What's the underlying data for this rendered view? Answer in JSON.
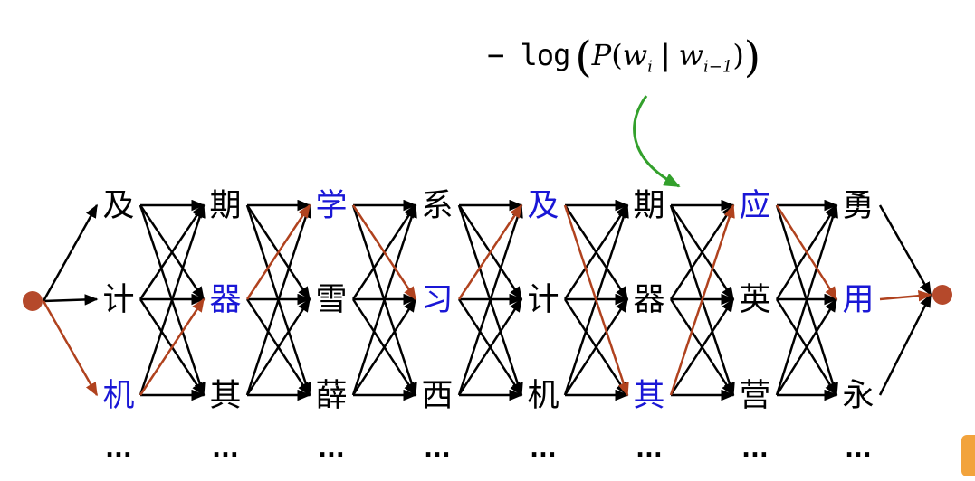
{
  "formula": {
    "minus_log": "− log",
    "big_open": "(",
    "P": "P",
    "inner_open": "(",
    "w": "w",
    "sub_i": "i",
    "bar": "|",
    "sub_i_minus_1": "i−1",
    "inner_close": ")",
    "big_close": ")"
  },
  "lattice": {
    "columns": [
      {
        "chars": [
          "及",
          "计",
          "机"
        ],
        "highlight_row": 2
      },
      {
        "chars": [
          "期",
          "器",
          "其"
        ],
        "highlight_row": 1
      },
      {
        "chars": [
          "学",
          "雪",
          "薛"
        ],
        "highlight_row": 0
      },
      {
        "chars": [
          "系",
          "习",
          "西"
        ],
        "highlight_row": 1
      },
      {
        "chars": [
          "及",
          "计",
          "机"
        ],
        "highlight_row": 0
      },
      {
        "chars": [
          "期",
          "器",
          "其"
        ],
        "highlight_row": 2
      },
      {
        "chars": [
          "应",
          "英",
          "营"
        ],
        "highlight_row": 0
      },
      {
        "chars": [
          "勇",
          "用",
          "永"
        ],
        "highlight_row": 1
      }
    ],
    "ellipsis": "...",
    "path_rows": [
      2,
      1,
      0,
      1,
      0,
      2,
      0,
      1
    ],
    "colors": {
      "edge": "#000000",
      "char": "#000000",
      "highlight_char": "#1a17d6",
      "path": "#b0421e",
      "node": "#b5492b",
      "formula_arrow": "#33a02c",
      "watermark": "#f2a33c"
    }
  }
}
